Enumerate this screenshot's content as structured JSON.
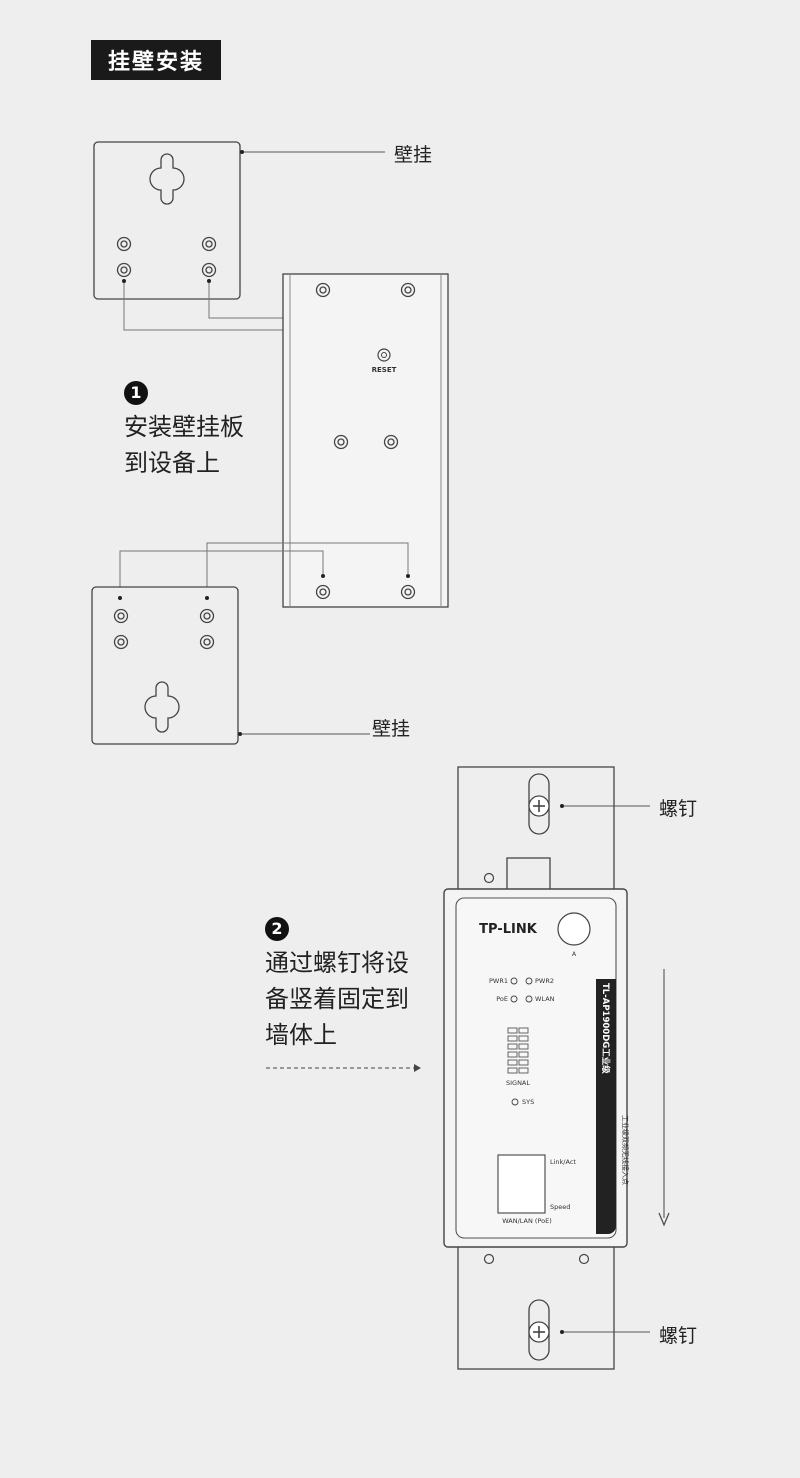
{
  "header": {
    "title": "挂壁安装"
  },
  "callouts": {
    "wall_mount_top": "壁挂",
    "wall_mount_bottom": "壁挂",
    "screw_top": "螺钉",
    "screw_bottom": "螺钉"
  },
  "step1": {
    "number": "1",
    "lines": [
      "安装壁挂板",
      "到设备上"
    ]
  },
  "step2": {
    "number": "2",
    "lines": [
      "通过螺钉将设",
      "备竖着固定到",
      "墙体上"
    ]
  },
  "device_back": {
    "reset_label": "RESET"
  },
  "device_front": {
    "brand": "TP-LINK",
    "antenna_label": "A",
    "model_label": "TL-AP1900DG工业级",
    "subtitle_label": "工业级双频无线接入点",
    "leds": {
      "pwr1": "PWR1",
      "pwr2": "PWR2",
      "poe": "PoE",
      "wlan": "WLAN",
      "signal": "SIGNAL",
      "sys": "SYS"
    },
    "port": {
      "link_act": "Link/Act",
      "speed": "Speed",
      "port_label": "WAN/LAN (PoE)"
    }
  }
}
